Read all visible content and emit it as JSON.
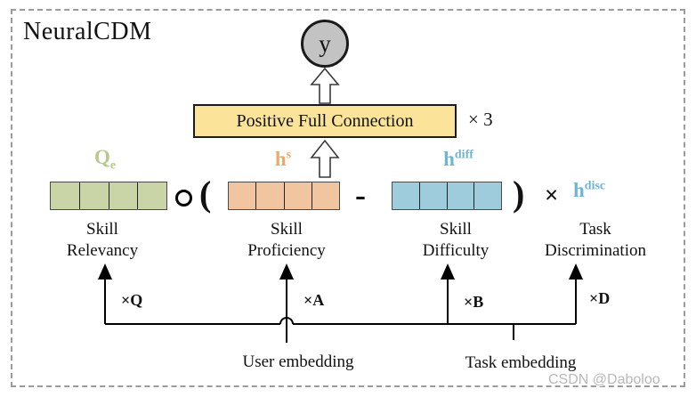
{
  "diagram": {
    "title": "NeuralCDM",
    "output_node": "y",
    "fc_box_label": "Positive Full Connection",
    "fc_multiplier": "× 3",
    "watermark": "CSDN @Daboloo"
  },
  "colors": {
    "relevancy_fill": "#c9d4a7",
    "proficiency_fill": "#f1c59f",
    "difficulty_fill": "#9fccdd",
    "relevancy_symbol": "#b6ca8e",
    "proficiency_symbol": "#eca96a",
    "difficulty_symbol": "#6fb5d5",
    "fc_box_fill": "#fbe49a",
    "output_node_fill": "#c3c3c3"
  },
  "vectors": {
    "relevancy": {
      "symbol": "Q",
      "subscript": "e",
      "cells": 4,
      "caption_line1": "Skill",
      "caption_line2": "Relevancy"
    },
    "proficiency": {
      "symbol": "h",
      "superscript": "s",
      "cells": 4,
      "caption_line1": "Skill",
      "caption_line2": "Proficiency"
    },
    "difficulty": {
      "symbol": "h",
      "superscript": "diff",
      "cells": 4,
      "caption_line1": "Skill",
      "caption_line2": "Difficulty"
    },
    "discrimination": {
      "symbol": "h",
      "superscript": "disc",
      "caption_line1": "Task",
      "caption_line2": "Discrimination"
    }
  },
  "operators": {
    "open_paren": "(",
    "minus": "-",
    "close_paren": ")",
    "times": "×"
  },
  "multipliers": {
    "q": "×Q",
    "a": "×A",
    "b": "×B",
    "d": "×D"
  },
  "embeddings": {
    "user": "User embedding",
    "task": "Task embedding"
  }
}
